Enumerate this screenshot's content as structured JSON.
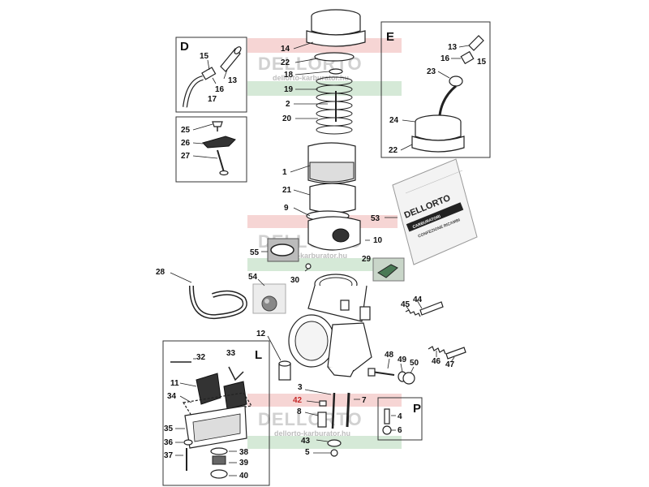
{
  "boxes": {
    "D": "D",
    "E": "E",
    "L": "L",
    "P": "P"
  },
  "watermark": {
    "brand": "DELLORTO",
    "url": "dellorto-karburator.hu"
  },
  "bag": {
    "brand": "DELLORTO",
    "type": "CARBURATORI",
    "line1": "CONFEZIONE",
    "line2": "RICAMBI"
  },
  "parts": {
    "p1": "1",
    "p2": "2",
    "p3": "3",
    "p4": "4",
    "p5": "5",
    "p6": "6",
    "p7": "7",
    "p8": "8",
    "p9": "9",
    "p10": "10",
    "p11": "11",
    "p12": "12",
    "p13a": "13",
    "p13b": "13",
    "p14": "14",
    "p15a": "15",
    "p15b": "15",
    "p16a": "16",
    "p16b": "16",
    "p17": "17",
    "p18": "18",
    "p19": "19",
    "p20": "20",
    "p21": "21",
    "p22a": "22",
    "p22b": "22",
    "p23": "23",
    "p24": "24",
    "p25": "25",
    "p26": "26",
    "p27": "27",
    "p28": "28",
    "p29": "29",
    "p30": "30",
    "p32": "32",
    "p33": "33",
    "p34": "34",
    "p35": "35",
    "p36": "36",
    "p37": "37",
    "p38": "38",
    "p39": "39",
    "p40": "40",
    "p42": "42",
    "p43": "43",
    "p44": "44",
    "p45": "45",
    "p46": "46",
    "p47": "47",
    "p48": "48",
    "p49": "49",
    "p50": "50",
    "p53": "53",
    "p54": "54",
    "p55": "55"
  },
  "colors": {
    "flag_green": "#3f9a4a",
    "flag_red": "#d8403a",
    "highlight_red": "#c62828"
  }
}
